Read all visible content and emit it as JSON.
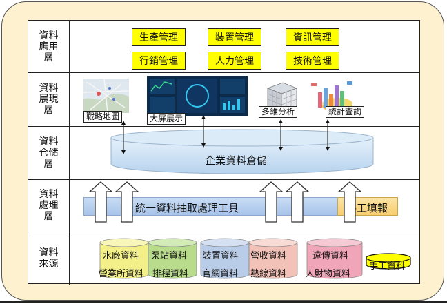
{
  "layers": [
    {
      "label": "資料應用層"
    },
    {
      "label": "資料展現層"
    },
    {
      "label": "資料仓储層"
    },
    {
      "label": "資料處理層"
    },
    {
      "label": "資料來源"
    }
  ],
  "application": {
    "items": [
      "生產管理",
      "裝置管理",
      "資訊管理",
      "行銷管理",
      "人力管理",
      "技術管理"
    ]
  },
  "presentation": {
    "items": [
      "戰略地圖",
      "大屏展示",
      "多維分析",
      "統計查詢"
    ]
  },
  "storage": {
    "label": "企業資料倉儲"
  },
  "processing": {
    "tool_label": "統一資料抽取處理工具",
    "manual_label": "手工填報"
  },
  "sources": {
    "groups": [
      {
        "top": "水廠資料",
        "bottom": "營業所資料",
        "color": "#f3f08a"
      },
      {
        "top": "泵站資料",
        "bottom": "排程資料",
        "color": "#b9dc8c"
      },
      {
        "top": "裝置資料",
        "bottom": "官網資料",
        "color": "#b9cce8"
      },
      {
        "top": "營收資料",
        "bottom": "熱線資料",
        "color": "#f2c2b8"
      },
      {
        "top": "遠傳資料",
        "bottom": "人財物資料",
        "color": "#f0a6b8"
      }
    ],
    "manual": "手工資料"
  }
}
